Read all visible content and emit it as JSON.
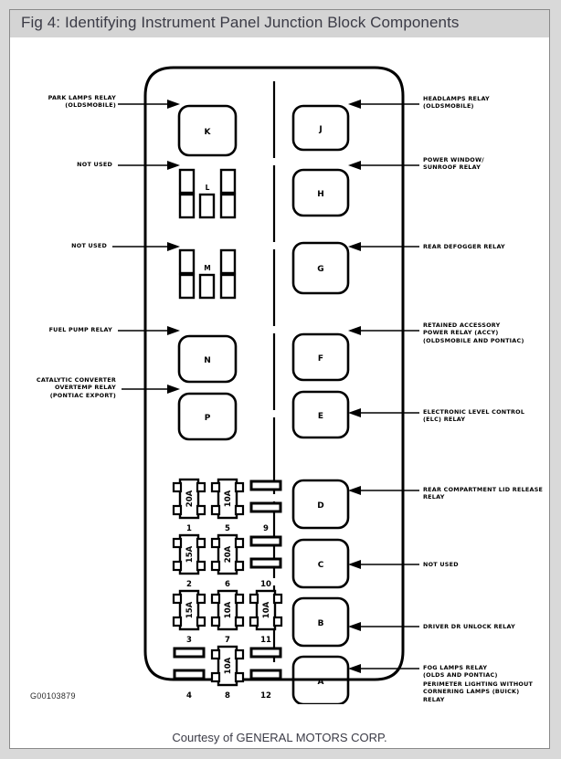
{
  "title": "Fig 4: Identifying Instrument Panel Junction Block Components",
  "figure_id": "G00103879",
  "credit": "Courtesy of GENERAL MOTORS CORP.",
  "diagram": {
    "left_labels": [
      {
        "text": "PARK LAMPS RELAY\n(OLDSMOBILE)"
      },
      {
        "text": "NOT USED"
      },
      {
        "text": "NOT USED"
      },
      {
        "text": "FUEL PUMP RELAY"
      },
      {
        "text": "CATALYTIC CONVERTER\nOVERTEMP RELAY\n(PONTIAC EXPORT)"
      }
    ],
    "right_labels": [
      {
        "text": "HEADLAMPS RELAY\n(OLDSMOBILE)"
      },
      {
        "text": "POWER WINDOW/\nSUNROOF RELAY"
      },
      {
        "text": "REAR DEFOGGER RELAY"
      },
      {
        "text": "RETAINED ACCESSORY\nPOWER RELAY (ACCY)\n(OLDSMOBILE AND PONTIAC)"
      },
      {
        "text": "ELECTRONIC LEVEL CONTROL\n(ELC) RELAY"
      },
      {
        "text": "REAR COMPARTMENT LID RELEASE\nRELAY"
      },
      {
        "text": "NOT USED"
      },
      {
        "text": "DRIVER DR UNLOCK RELAY"
      },
      {
        "text": "FOG LAMPS RELAY\n(OLDS AND PONTIAC)"
      },
      {
        "text": "PERIMETER LIGHTING WITHOUT\nCORNERING LAMPS (BUICK)\nRELAY"
      }
    ],
    "relays_left": [
      {
        "id": "K"
      },
      {
        "id": "N"
      },
      {
        "id": "P"
      }
    ],
    "sockets_left": [
      {
        "id": "L"
      },
      {
        "id": "M"
      }
    ],
    "relays_right": [
      {
        "id": "J"
      },
      {
        "id": "H"
      },
      {
        "id": "G"
      },
      {
        "id": "F"
      },
      {
        "id": "E"
      },
      {
        "id": "D"
      },
      {
        "id": "C"
      },
      {
        "id": "B"
      },
      {
        "id": "A"
      }
    ],
    "fuses": [
      {
        "number": "1",
        "rating": "20A",
        "empty": false
      },
      {
        "number": "5",
        "rating": "10A",
        "empty": false
      },
      {
        "number": "9",
        "rating": "",
        "empty": true
      },
      {
        "number": "2",
        "rating": "15A",
        "empty": false
      },
      {
        "number": "6",
        "rating": "20A",
        "empty": false
      },
      {
        "number": "10",
        "rating": "",
        "empty": true
      },
      {
        "number": "3",
        "rating": "15A",
        "empty": false
      },
      {
        "number": "7",
        "rating": "10A",
        "empty": false
      },
      {
        "number": "11",
        "rating": "10A",
        "empty": false
      },
      {
        "number": "4",
        "rating": "",
        "empty": true
      },
      {
        "number": "8",
        "rating": "10A",
        "empty": false
      },
      {
        "number": "12",
        "rating": "",
        "empty": true
      }
    ]
  },
  "colors": {
    "page_bg": "#d9d9d9",
    "paper": "#ffffff",
    "titlebar": "#d4d4d4",
    "ink": "#000000",
    "title_text": "#3b3b46"
  }
}
